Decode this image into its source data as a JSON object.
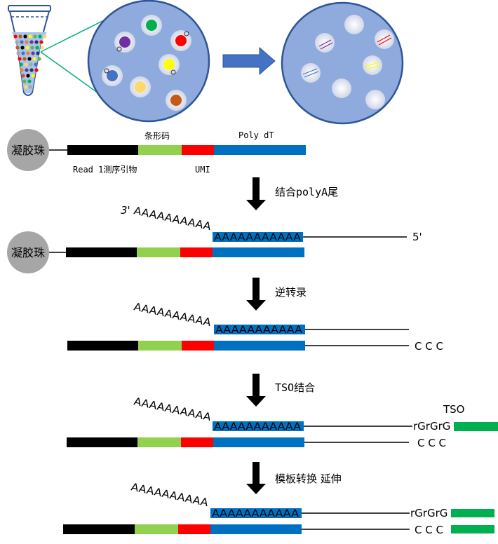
{
  "colors": {
    "droplet_fill": "#8FAADC",
    "droplet_stroke": "#2F5597",
    "bead_fill": "#D9DEEA",
    "bead_grey": "#A6A6A6",
    "primer": "#000000",
    "barcode": "#92D050",
    "umi": "#FF0000",
    "polydt": "#0070C0",
    "tso": "#00B050",
    "arrow_block": "#4472C4",
    "tube_liquid": "#A9C4EB"
  },
  "icons": {
    "tube": "microcentrifuge-tube-icon",
    "flow_arrow": "block-right-arrow-icon",
    "step_arrow": "down-arrow-icon"
  },
  "labels": {
    "bead": "凝胶珠",
    "barcode": "条形码",
    "polydt": "Poly dT",
    "read1": "Read 1测序引物",
    "umi": "UMI",
    "poly_a": "AAAAAAAAAA",
    "poly_a_bound": "AAAAAAAAAAA",
    "three_prime": "3'",
    "five_prime": "5'",
    "ccc": "C C C",
    "rgrgrg": "rGrGrG",
    "tso": "TSO"
  },
  "steps": [
    {
      "label": "结合polyA尾"
    },
    {
      "label": "逆转录"
    },
    {
      "label": "TSO结合"
    },
    {
      "label": "模板转换 延伸"
    }
  ]
}
